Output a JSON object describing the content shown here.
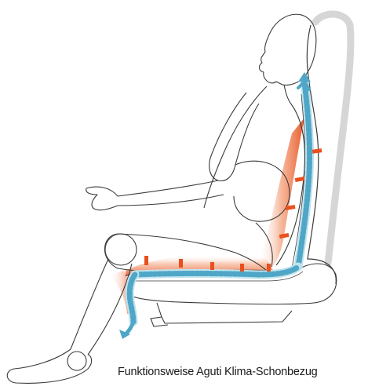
{
  "caption": "Funktionsweise Aguti Klima-Schonbezug",
  "colors": {
    "outline": "#3a3a3a",
    "heat": "#e8501e",
    "heat_light": "#f6b79c",
    "air": "#4fa6c6",
    "air_light": "#bfe3ee",
    "headrest": "#d8d8d8"
  },
  "icons": [
    "seated-person-figure",
    "car-seat",
    "airflow-arrow-icon",
    "heat-marker-icon"
  ]
}
